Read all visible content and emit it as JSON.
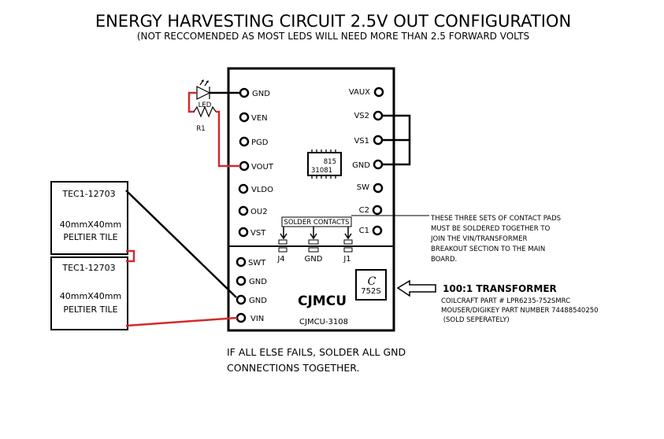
{
  "title": "ENERGY HARVESTING CIRCUIT 2.5V OUT CONFIGURATION",
  "subtitle": "(NOT RECCOMENDED AS MOST LEDS WILL NEED MORE THAN 2.5 FORWARD VOLTS",
  "components": {
    "led_label": "LED",
    "resistor_label": "R1",
    "chip_line1": "815",
    "chip_line2": "31081"
  },
  "board": {
    "left_pins": [
      "GND",
      "VEN",
      "PGD",
      "VOUT",
      "VLDO",
      "OU2",
      "VST"
    ],
    "right_pins": [
      "VAUX",
      "VS2",
      "VS1",
      "GND",
      "SW",
      "C2",
      "C1"
    ],
    "solder_contacts_label": "SOLDER CONTACTS",
    "contact_labels": [
      "J4",
      "GND",
      "J1"
    ],
    "lower_left_pins": [
      "SWT",
      "GND",
      "GND",
      "VIN"
    ],
    "brand": "CJMCU",
    "model": "CJMCU-3108",
    "transformer_mark_1": "C",
    "transformer_mark_2": "752S"
  },
  "peltier": [
    {
      "model": "TEC1-12703",
      "size": "40mmX40mm",
      "type": "PELTIER TILE"
    },
    {
      "model": "TEC1-12703",
      "size": "40mmX40mm",
      "type": "PELTIER TILE"
    }
  ],
  "note_contacts": [
    "THESE THREE SETS OF CONTACT PADS",
    "MUST BE SOLDERED TOGETHER TO",
    "JOIN THE VIN/TRANSFORMER",
    "BREAKOUT SECTION TO THE MAIN",
    "BOARD."
  ],
  "transformer_info": {
    "title": "100:1 TRANSFORMER",
    "lines": [
      "COILCRAFT PART # LPR6235-752SMRC",
      "MOUSER/DIGIKEY PART NUMBER 74488540250",
      " (SOLD SEPERATELY)"
    ]
  },
  "footer": [
    "IF ALL ELSE FAILS, SOLDER ALL GND",
    "CONNECTIONS TOGETHER."
  ],
  "colors": {
    "wire_red": "#d22b2b",
    "ink": "#000000"
  }
}
